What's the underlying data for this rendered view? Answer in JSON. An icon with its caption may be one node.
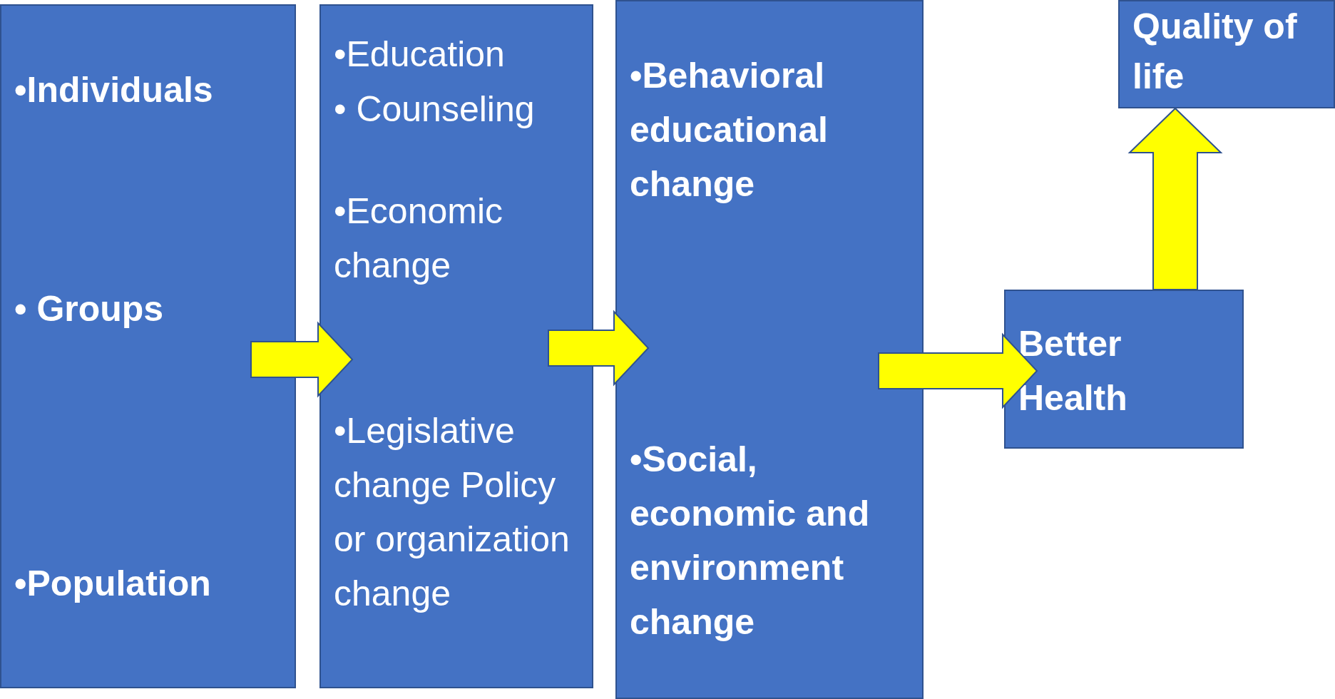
{
  "diagram": {
    "nodes": [
      {
        "text": [
          "•Individuals",
          "• Groups",
          "•Population"
        ]
      },
      {
        "text": [
          "•Education",
          "• Counseling",
          "•Economic change",
          "•Legislative change Policy or organization change"
        ]
      },
      {
        "text": [
          "•Behavioral educational change",
          "•Social, economic and environment change"
        ]
      },
      {
        "text": [
          "Better Health"
        ]
      },
      {
        "text": [
          "Quality of life"
        ]
      }
    ],
    "edges": [
      {
        "from": 0,
        "to": 1,
        "arrow": "to"
      },
      {
        "from": 1,
        "to": 2,
        "arrow": "to"
      },
      {
        "from": 2,
        "to": 3,
        "arrow": "to"
      },
      {
        "from": 3,
        "to": 4,
        "arrow": "to"
      }
    ]
  }
}
